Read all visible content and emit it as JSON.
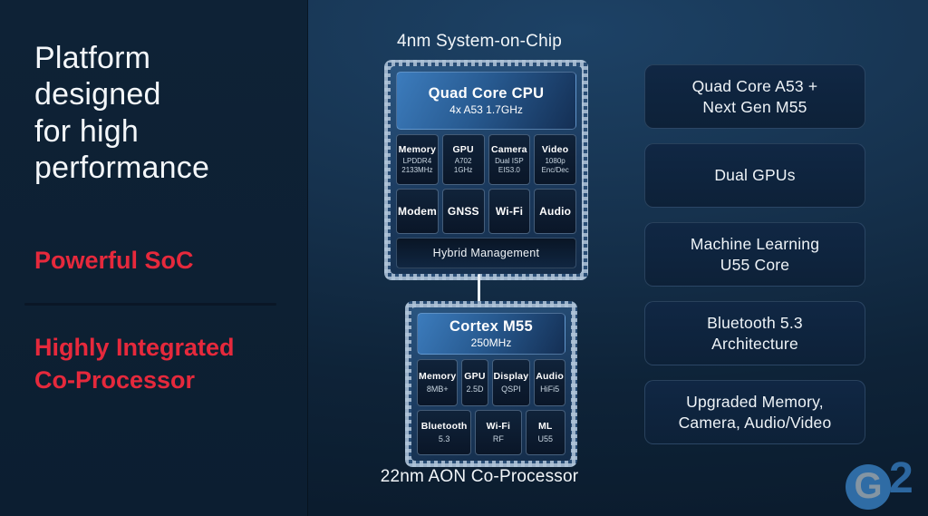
{
  "left_panel": {
    "headline": "Platform\ndesigned\nfor high\nperformance",
    "label_soc": "Powerful SoC",
    "label_coprocessor": "Highly Integrated\nCo-Processor"
  },
  "soc_chip": {
    "title": "4nm System-on-Chip",
    "cpu_title": "Quad Core CPU",
    "cpu_subtitle": "4x A53 1.7GHz",
    "row1": [
      {
        "label": "Memory",
        "sub": "LPDDR4\n2133MHz"
      },
      {
        "label": "GPU",
        "sub": "A702\n1GHz"
      },
      {
        "label": "Camera",
        "sub": "Dual ISP\nEIS3.0"
      },
      {
        "label": "Video",
        "sub": "1080p\nEnc/Dec"
      }
    ],
    "row2": [
      "Modem",
      "GNSS",
      "Wi-Fi",
      "Audio"
    ],
    "hybrid_label": "Hybrid Management"
  },
  "aon_chip": {
    "caption": "22nm AON Co-Processor",
    "header_title": "Cortex M55",
    "header_subtitle": "250MHz",
    "row1": [
      {
        "label": "Memory",
        "sub": "8MB+"
      },
      {
        "label": "GPU",
        "sub": "2.5D"
      },
      {
        "label": "Display",
        "sub": "QSPI"
      },
      {
        "label": "Audio",
        "sub": "HiFi5"
      }
    ],
    "row2": [
      {
        "label": "Bluetooth",
        "sub": "5.3"
      },
      {
        "label": "Wi-Fi",
        "sub": "RF"
      },
      {
        "label": "ML",
        "sub": "U55"
      }
    ]
  },
  "right_panel": {
    "boxes": [
      "Quad Core A53 +\nNext Gen M55",
      "Dual GPUs",
      "Machine Learning\nU55 Core",
      "Bluetooth 5.3\nArchitecture",
      "Upgraded Memory,\nCamera, Audio/Video"
    ]
  },
  "logo": {
    "g": "G",
    "two": "2"
  },
  "colors": {
    "accent_red": "#e6293c",
    "chip_header_blue": "#3c7cbd",
    "panel_navy": "#0d2033",
    "block_navy": "#0e2440",
    "pad_silver": "#b0c4d8",
    "text_white": "#f2f6f9"
  }
}
